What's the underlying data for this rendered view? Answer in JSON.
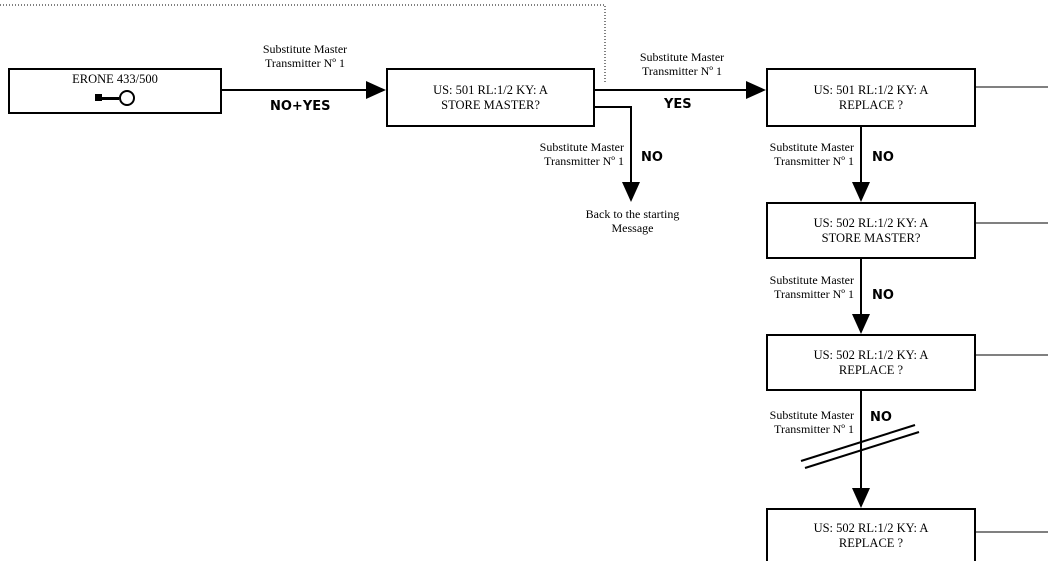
{
  "boxes": {
    "erone": {
      "title": "ERONE 433/500",
      "icon": "key-icon"
    },
    "store_501": {
      "line1": "US: 501 RL:1/2 KY: A",
      "line2": "STORE  MASTER?"
    },
    "replace_501": {
      "line1": "US: 501 RL:1/2 KY: A",
      "line2": "REPLACE ?"
    },
    "store_502": {
      "line1": "US: 502 RL:1/2 KY: A",
      "line2": "STORE  MASTER?"
    },
    "replace_502a": {
      "line1": "US: 502 RL:1/2 KY: A",
      "line2": "REPLACE ?"
    },
    "replace_502b": {
      "line1": "US: 502 RL:1/2 KY: A",
      "line2": "REPLACE ?"
    }
  },
  "labels": {
    "action_line1": "Substitute Master",
    "action_line2": "Transmitter Nº 1",
    "back_line1": "Back to the starting",
    "back_line2": "Message"
  },
  "conditions": {
    "no_yes": "NO+YES",
    "yes": "YES",
    "no": "NO"
  }
}
